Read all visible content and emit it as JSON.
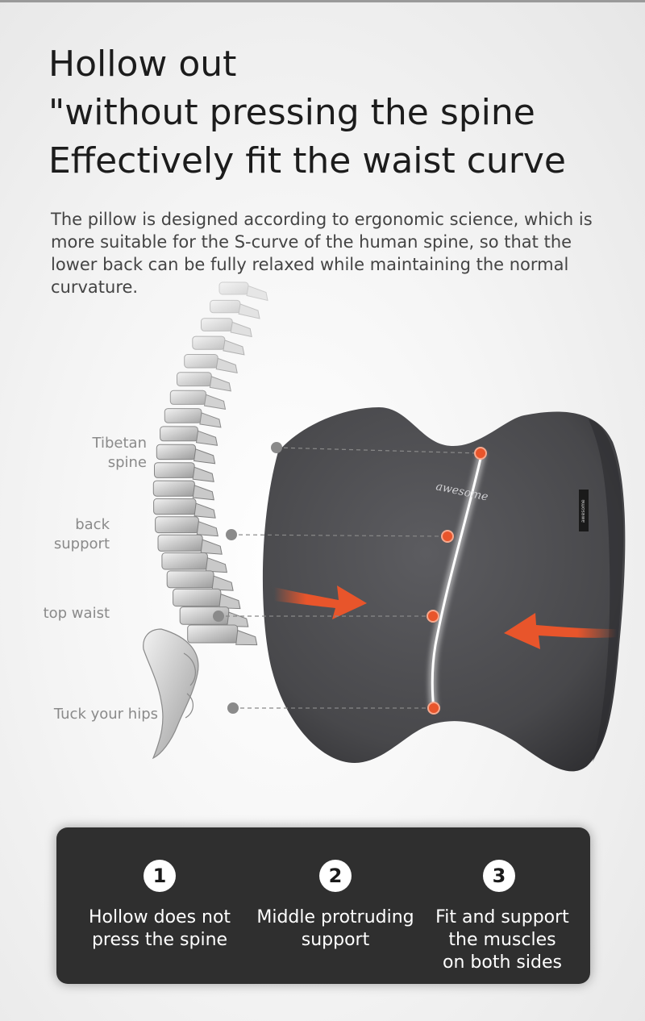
{
  "headline": {
    "line1": "Hollow out",
    "line2": "\"without pressing the spine",
    "line3": "Effectively fit the waist curve"
  },
  "description": "The pillow is designed according to ergonomic science, which is more suitable for the S-curve of the human spine, so that the lower back can be fully relaxed while maintaining the normal curvature.",
  "spine_labels": {
    "tibetan_spine": {
      "line1": "Tibetan",
      "line2": "spine"
    },
    "back_support": {
      "line1": "back",
      "line2": "support"
    },
    "top_waist": "top waist",
    "tuck_hips": "Tuck your hips"
  },
  "pillow": {
    "brand": "awesome",
    "tag": "awesome",
    "color": "#4d4d50",
    "accent_color": "#e8552b"
  },
  "features": [
    {
      "number": "1",
      "line1": "Hollow does not",
      "line2": "press the spine"
    },
    {
      "number": "2",
      "line1": "Middle protruding",
      "line2": "support"
    },
    {
      "number": "3",
      "line1": "Fit and support",
      "line2": "the muscles",
      "line3": "on both sides"
    }
  ]
}
